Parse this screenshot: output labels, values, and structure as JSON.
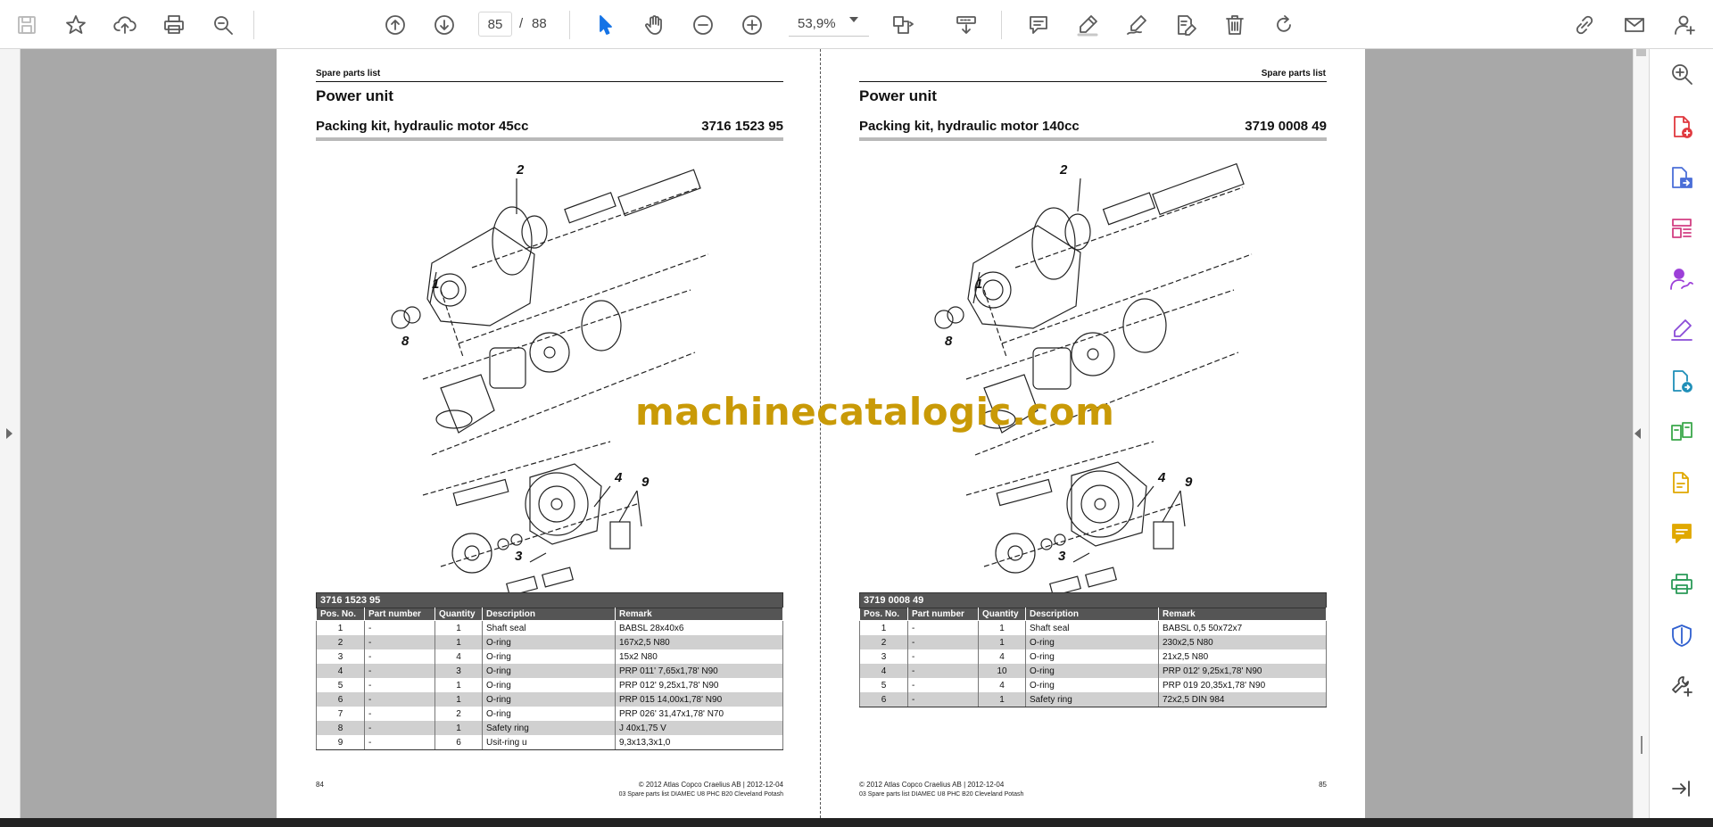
{
  "toolbar": {
    "page_current": "85",
    "page_separator": "/",
    "page_total": "88",
    "zoom": "53,9%"
  },
  "pages": [
    {
      "header_label": "Spare parts list",
      "section_title": "Power unit",
      "kit_title": "Packing kit, hydraulic motor 45cc",
      "kit_number": "3716 1523 95",
      "callouts": [
        "1",
        "2",
        "8",
        "4",
        "9",
        "3"
      ],
      "table": {
        "caption": "3716 1523 95",
        "headers": [
          "Pos. No.",
          "Part number",
          "Quantity",
          "Description",
          "Remark"
        ],
        "rows": [
          [
            "1",
            "-",
            "1",
            "Shaft seal",
            "BABSL 28x40x6"
          ],
          [
            "2",
            "-",
            "1",
            "O-ring",
            "167x2,5 N80"
          ],
          [
            "3",
            "-",
            "4",
            "O-ring",
            "15x2 N80"
          ],
          [
            "4",
            "-",
            "3",
            "O-ring",
            "PRP 011' 7,65x1,78' N90"
          ],
          [
            "5",
            "-",
            "1",
            "O-ring",
            "PRP 012' 9,25x1,78' N90"
          ],
          [
            "6",
            "-",
            "1",
            "O-ring",
            "PRP 015 14,00x1,78' N90"
          ],
          [
            "7",
            "-",
            "2",
            "O-ring",
            "PRP 026' 31,47x1,78' N70"
          ],
          [
            "8",
            "-",
            "1",
            "Safety ring",
            "J 40x1,75 V"
          ],
          [
            "9",
            "-",
            "6",
            "Usit-ring u",
            "9,3x13,3x1,0"
          ]
        ]
      },
      "footer_page": "84",
      "footer_copy": "© 2012 Atlas Copco Craelius AB | 2012-12-04",
      "footer_doc": "03 Spare parts list DIAMEC U8 PHC B20 Cleveland Potash"
    },
    {
      "header_label": "Spare parts list",
      "section_title": "Power unit",
      "kit_title": "Packing kit, hydraulic motor 140cc",
      "kit_number": "3719 0008 49",
      "callouts": [
        "1",
        "2",
        "8",
        "4",
        "9",
        "3"
      ],
      "table": {
        "caption": "3719 0008 49",
        "headers": [
          "Pos. No.",
          "Part number",
          "Quantity",
          "Description",
          "Remark"
        ],
        "rows": [
          [
            "1",
            "-",
            "1",
            "Shaft seal",
            "BABSL 0,5 50x72x7"
          ],
          [
            "2",
            "-",
            "1",
            "O-ring",
            "230x2,5 N80"
          ],
          [
            "3",
            "-",
            "4",
            "O-ring",
            "21x2,5 N80"
          ],
          [
            "4",
            "-",
            "10",
            "O-ring",
            "PRP 012' 9,25x1,78' N90"
          ],
          [
            "5",
            "-",
            "4",
            "O-ring",
            "PRP 019 20,35x1,78' N90"
          ],
          [
            "6",
            "-",
            "1",
            "Safety ring",
            "72x2,5 DIN 984"
          ]
        ]
      },
      "footer_page": "85",
      "footer_copy": "© 2012 Atlas Copco Craelius AB | 2012-12-04",
      "footer_doc": "03 Spare parts list DIAMEC U8 PHC B20 Cleveland Potash"
    }
  ],
  "watermark": "machinecatalogic.com",
  "icons": {
    "toolbar": [
      "save-icon",
      "bookmark-star-icon",
      "upload-icon",
      "print-icon",
      "find-zoom-icon",
      "previous-page-icon",
      "next-page-icon",
      "select-cursor-icon",
      "hand-tool-icon",
      "zoom-out-icon",
      "zoom-in-icon",
      "page-fit-icon",
      "scroll-mode-icon",
      "comment-icon",
      "highlight-icon",
      "sign-icon",
      "edit-text-icon",
      "delete-icon",
      "rotate-icon",
      "share-link-icon",
      "email-icon",
      "add-user-icon"
    ],
    "right_rail": [
      "search-zoom-icon",
      "create-pdf-icon",
      "export-pdf-icon",
      "organize-pages-icon",
      "request-signature-icon",
      "fill-sign-icon",
      "send-review-icon",
      "compare-files-icon",
      "edit-pdf-icon",
      "comment-icon",
      "print-production-icon",
      "protect-icon",
      "more-tools-icon",
      "expand-icon"
    ]
  },
  "colors": {
    "accent": "#1473e6",
    "watermark": "#c99a07",
    "table_header": "#555555",
    "table_alt_row": "#d0d0d0"
  }
}
